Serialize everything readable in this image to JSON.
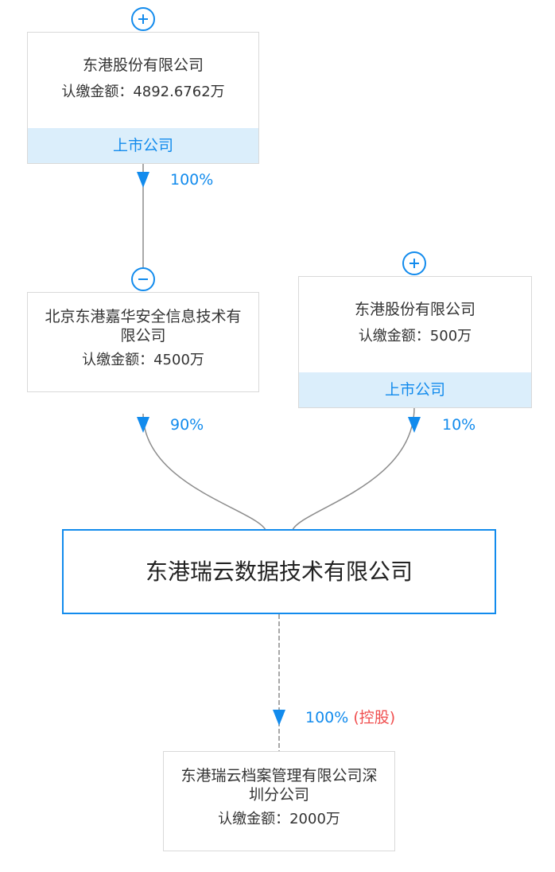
{
  "shareholders": [
    {
      "name": "东港股份有限公司",
      "amount": "认缴金额：4892.6762万",
      "tag": "上市公司",
      "percent": "100%",
      "toggle": "plus-icon"
    },
    {
      "name": "北京东港嘉华安全信息技术有限公司",
      "amount": "认缴金额：4500万",
      "percent": "90%",
      "toggle": "minus-icon"
    },
    {
      "name": "东港股份有限公司",
      "amount": "认缴金额：500万",
      "tag": "上市公司",
      "percent": "10%",
      "toggle": "plus-icon"
    }
  ],
  "target": {
    "name": "东港瑞云数据技术有限公司"
  },
  "subsidiary": {
    "name": "东港瑞云档案管理有限公司深圳分公司",
    "amount": "认缴金额：2000万",
    "percent": "100%",
    "control": "(控股)"
  },
  "colors": {
    "accent": "#128bed",
    "tag_bg": "#dbeefb",
    "control": "#f04f4f",
    "line": "#8c8c8c"
  }
}
